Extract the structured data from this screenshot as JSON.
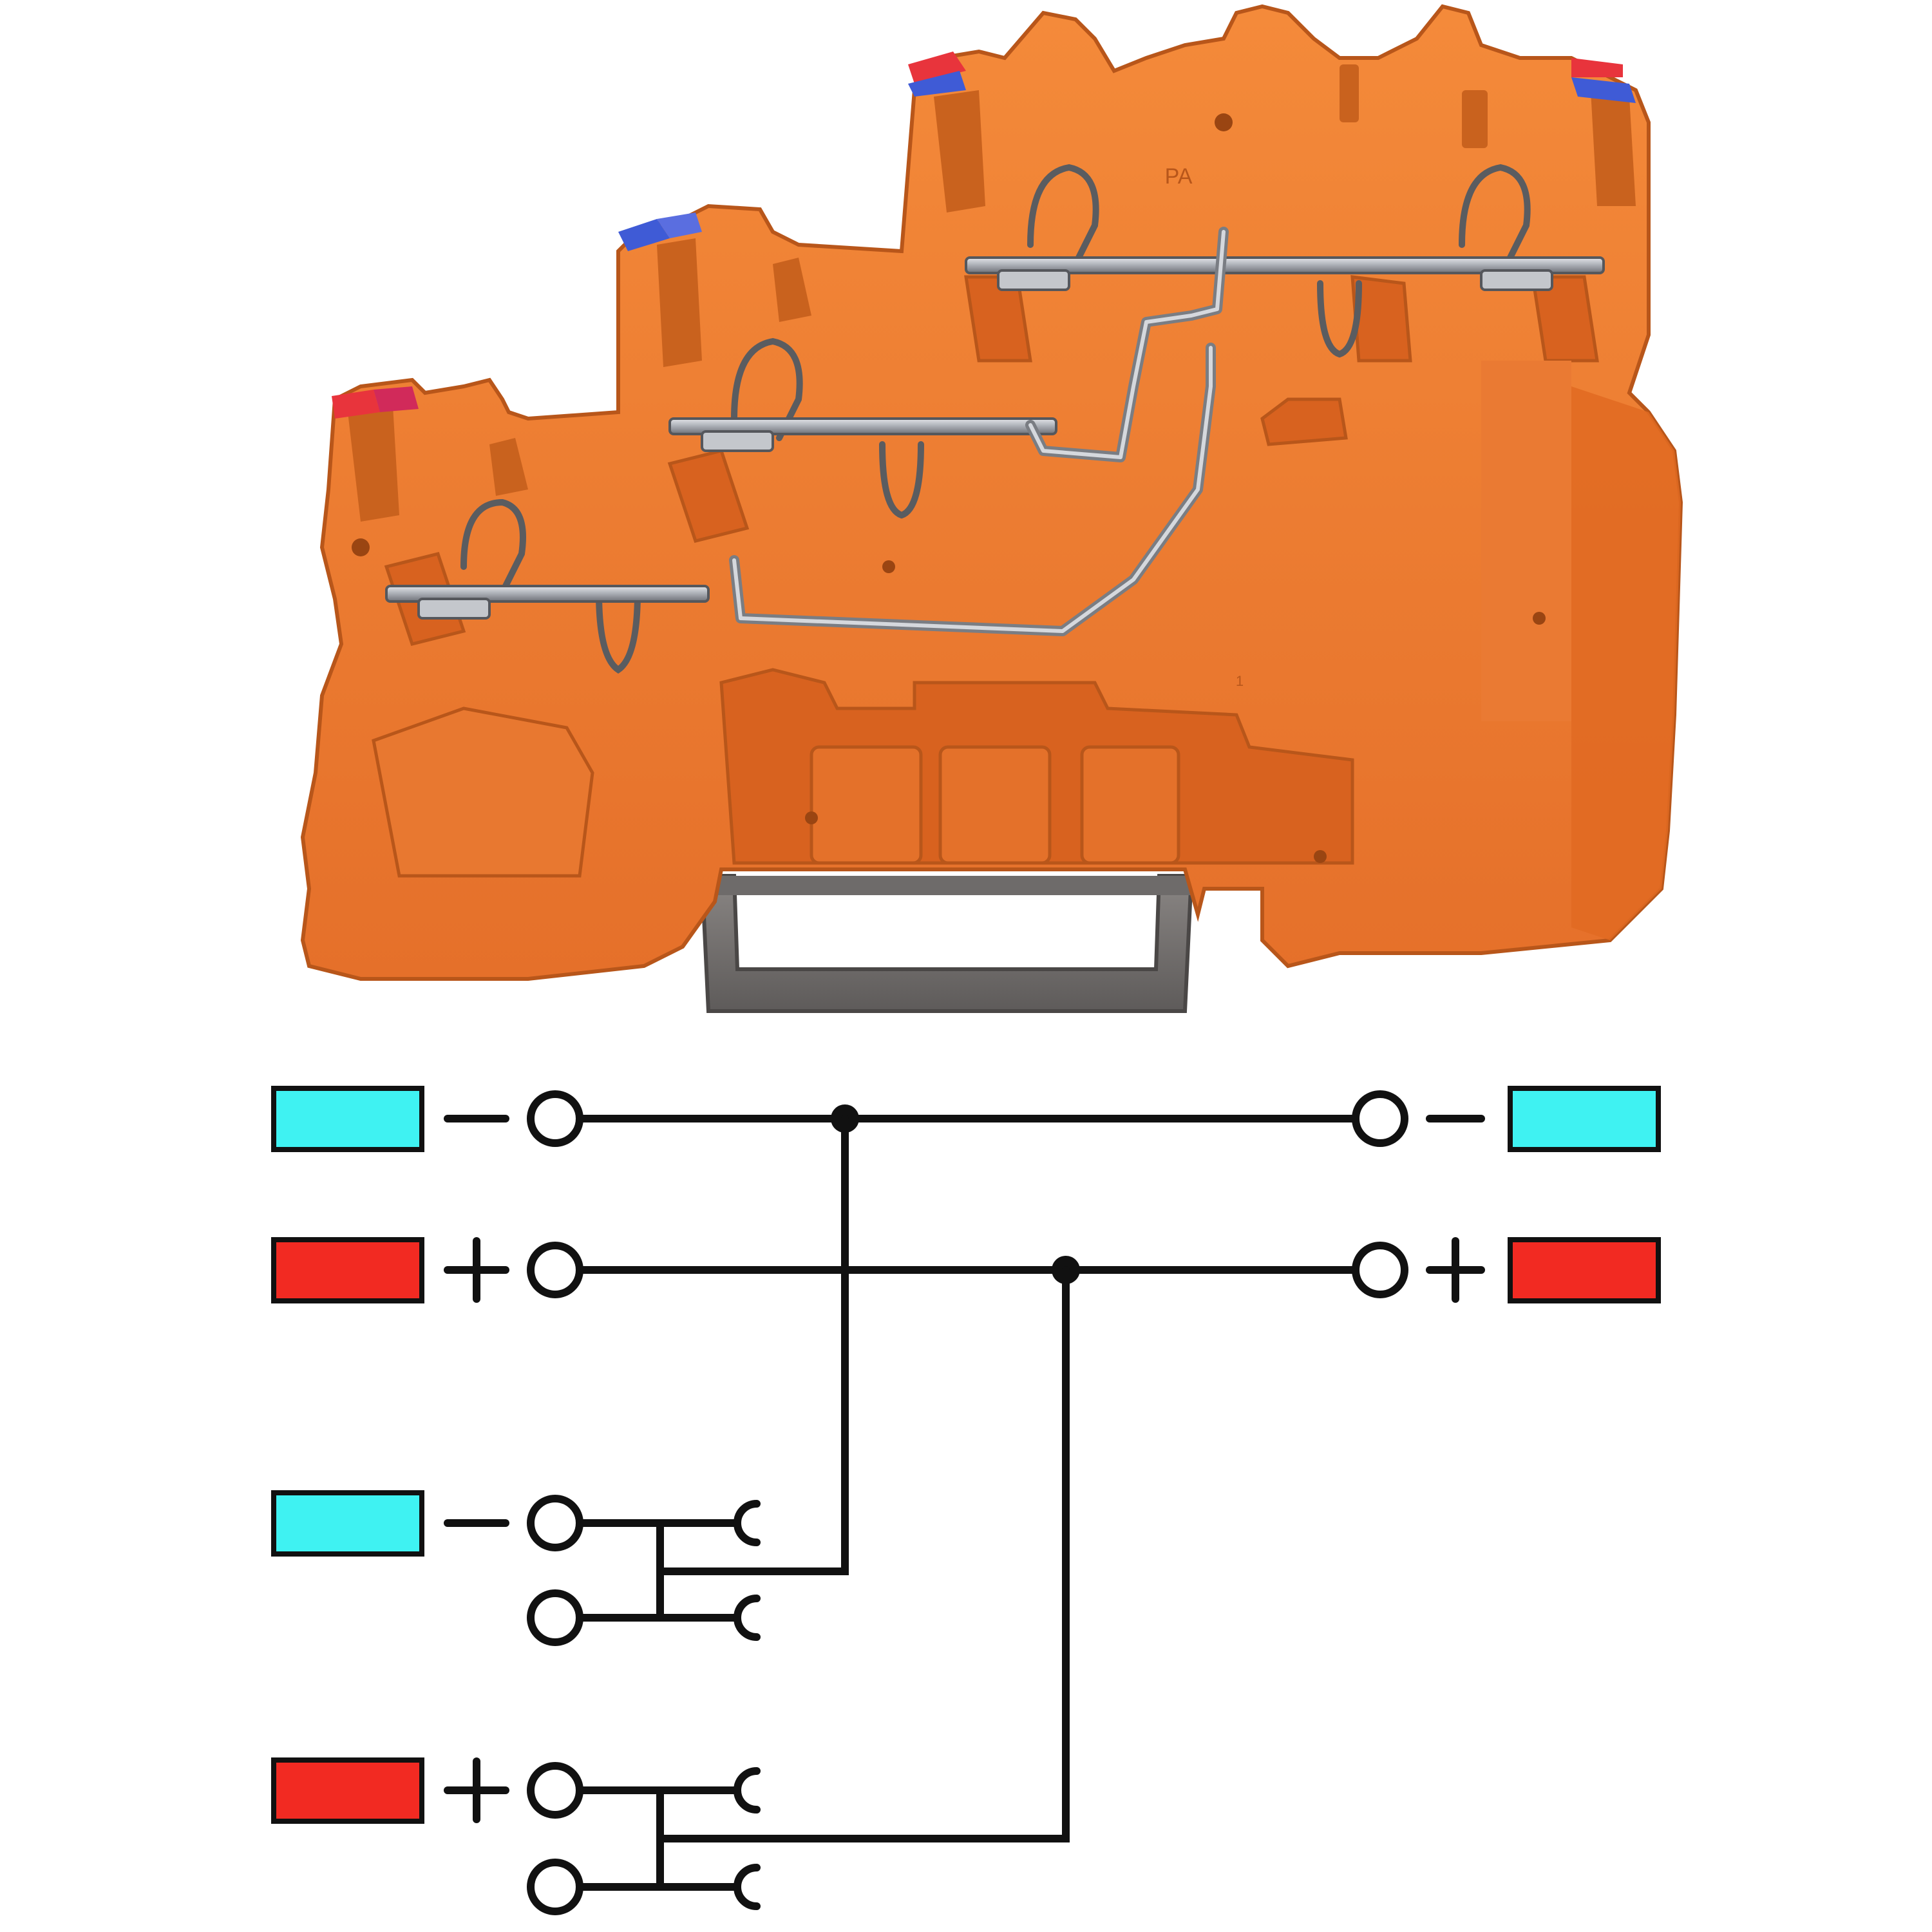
{
  "product": {
    "name": "",
    "component": "orange-3-level-terminal-block",
    "marking_text": "PA",
    "marking_number": "1",
    "colors": {
      "housing": "#F07D2E",
      "housing_dark": "#C9621E",
      "housing_shadow": "#A84E14",
      "metal": "#B9BCC2",
      "metal_dark": "#6E7178",
      "rail": "#7A7775",
      "marker_red": "#E8343C",
      "marker_blue": "#3F5BD6"
    }
  },
  "diagram": {
    "line_color": "#111111",
    "colors": {
      "negative": "#3FF2F2",
      "positive": "#F22A22"
    },
    "symbols": {
      "negative": "−",
      "positive": "+"
    },
    "terminals": [
      {
        "id": "top-left-neg",
        "polarity": "negative"
      },
      {
        "id": "top-left-pos",
        "polarity": "positive"
      },
      {
        "id": "top-right-neg",
        "polarity": "negative"
      },
      {
        "id": "top-right-pos",
        "polarity": "positive"
      },
      {
        "id": "bottom-neg",
        "polarity": "negative",
        "outputs": 2
      },
      {
        "id": "bottom-pos",
        "polarity": "positive",
        "outputs": 2
      }
    ],
    "junctions": 2
  }
}
